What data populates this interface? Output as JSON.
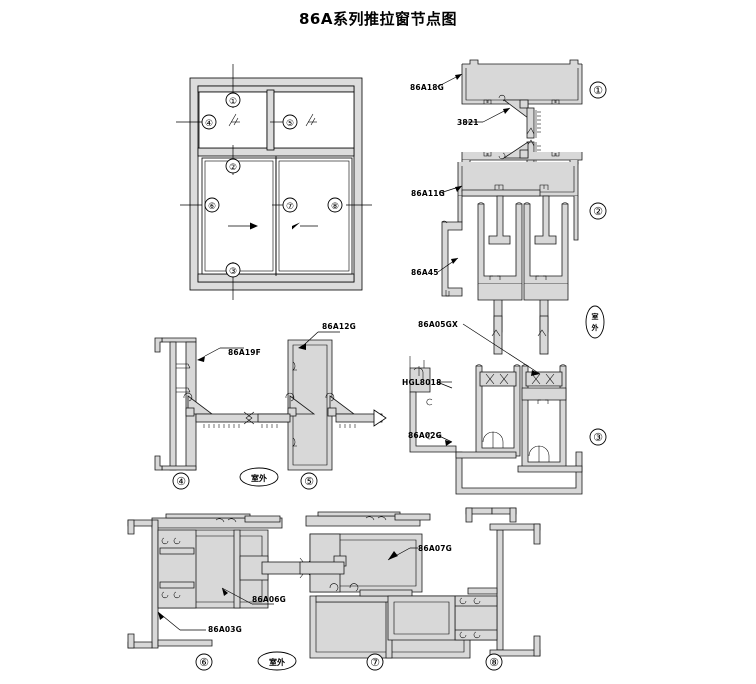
{
  "document": {
    "title": "86A系列推拉窗节点图",
    "type": "aluminium-window-section-detail-drawing"
  },
  "elevation": {
    "name": "86A sliding window elevation",
    "markers": [
      "①",
      "②",
      "③",
      "④",
      "⑤",
      "⑥",
      "⑦",
      "⑧"
    ],
    "upper_lights": 2,
    "lower_sashes": 2,
    "glass_hatch_symbol": "//",
    "slide_arrows": [
      "right",
      "left"
    ]
  },
  "outdoor_tags": [
    {
      "id": "outdoor-tag-right",
      "text": "室外",
      "orientation": "vertical"
    },
    {
      "id": "outdoor-tag-mid",
      "text": "室外",
      "orientation": "horizontal"
    },
    {
      "id": "outdoor-tag-bottom",
      "text": "室外",
      "orientation": "horizontal"
    }
  ],
  "sections": [
    {
      "marker": "①",
      "name": "section-1-head",
      "labels": [
        "86A18G",
        "3821"
      ]
    },
    {
      "marker": "②",
      "name": "section-2-upper-transom",
      "labels": [
        "86A11G",
        "86A45"
      ]
    },
    {
      "marker": "③",
      "name": "section-3-sill",
      "labels": [
        "86A05GX",
        "HGL8018",
        "86A02G"
      ]
    },
    {
      "marker": "④",
      "name": "section-4-left-jamb",
      "labels": [
        "86A19F"
      ]
    },
    {
      "marker": "⑤",
      "name": "section-5-meeting-stile",
      "labels": [
        "86A12G"
      ]
    },
    {
      "marker": "⑥",
      "name": "section-6-left-sash-jamb",
      "labels": [
        "86A06G",
        "86A03G"
      ]
    },
    {
      "marker": "⑦",
      "name": "section-7-interlock",
      "labels": [
        "86A07G"
      ]
    },
    {
      "marker": "⑧",
      "name": "section-8-right-jamb",
      "labels": []
    }
  ],
  "labels": {
    "l_86A18G": "86A18G",
    "l_3821": "3821",
    "l_86A11G": "86A11G",
    "l_86A45": "86A45",
    "l_86A05GX": "86A05GX",
    "l_HGL8018": "HGL8018",
    "l_86A02G": "86A02G",
    "l_86A19F": "86A19F",
    "l_86A12G": "86A12G",
    "l_86A06G": "86A06G",
    "l_86A03G": "86A03G",
    "l_86A07G": "86A07G",
    "outdoor": "室外",
    "outdoor_c1": "室",
    "outdoor_c2": "外"
  },
  "markers": {
    "m1": "①",
    "m2": "②",
    "m3": "③",
    "m4": "④",
    "m5": "⑤",
    "m6": "⑥",
    "m7": "⑦",
    "m8": "⑧",
    "e1": "①",
    "e2": "②",
    "e3": "③",
    "e4": "④",
    "e5": "⑤",
    "e6": "⑥",
    "e7": "⑦",
    "e8": "⑧"
  },
  "colors": {
    "line": "#000000",
    "profile_fill": "#d8d8d8",
    "background": "#ffffff"
  }
}
